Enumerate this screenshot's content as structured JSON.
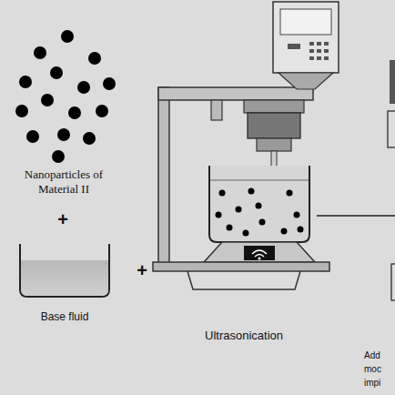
{
  "diagram": {
    "labels": [
      "Nanoparticles of Material II",
      "+",
      "Base fluid",
      "+",
      "Ultrasonication",
      "Add",
      "moc",
      "impi"
    ]
  }
}
